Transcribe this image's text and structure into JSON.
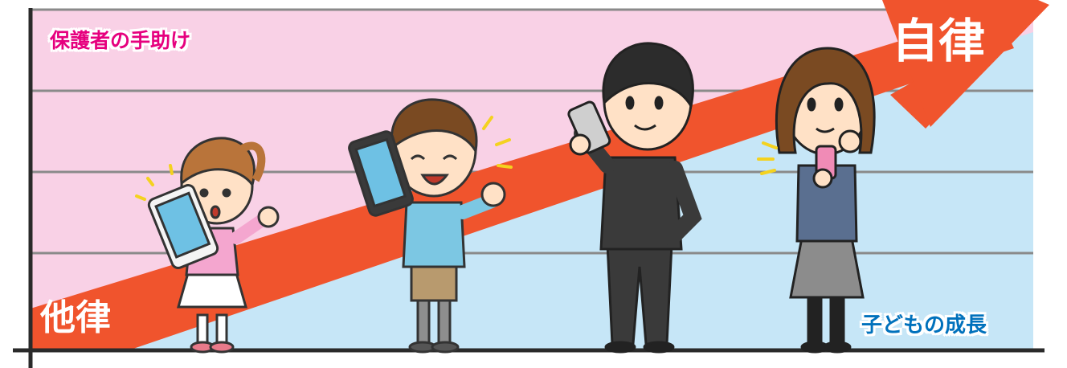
{
  "labels": {
    "guardian_help": "保護者の手助け",
    "child_growth": "子どもの成長",
    "heteronomy": "他律",
    "autonomy": "自律"
  },
  "colors": {
    "guardian_band": "#f9d1e6",
    "growth_band": "#c6e6f7",
    "arrow": "#f0542d",
    "grid_line": "#8a8a8a",
    "axis": "#2a2a2a",
    "guardian_text": "#e6007e",
    "growth_text": "#0071bc"
  },
  "figures": [
    {
      "name": "girl-child",
      "phone": "tablet",
      "phone_color": "#6ec1e4",
      "top_color": "#f4a6cf",
      "bottom_color": "#ffffff",
      "hair_color": "#b9743a"
    },
    {
      "name": "boy-child",
      "phone": "tablet",
      "phone_color": "#6ec1e4",
      "top_color": "#7cc7e3",
      "bottom_color": "#b89a6e",
      "hair_color": "#7a4a22"
    },
    {
      "name": "boy-teen",
      "phone": "smartphone",
      "phone_color": "#cfcfcf",
      "top_color": "#3a3a3a",
      "bottom_color": "#3a3a3a",
      "hair_color": "#2c2c2c"
    },
    {
      "name": "girl-teen",
      "phone": "smartphone",
      "phone_color": "#f08bb6",
      "top_color": "#5a6f90",
      "bottom_color": "#8c8c8c",
      "hair_color": "#7a4a22"
    }
  ]
}
